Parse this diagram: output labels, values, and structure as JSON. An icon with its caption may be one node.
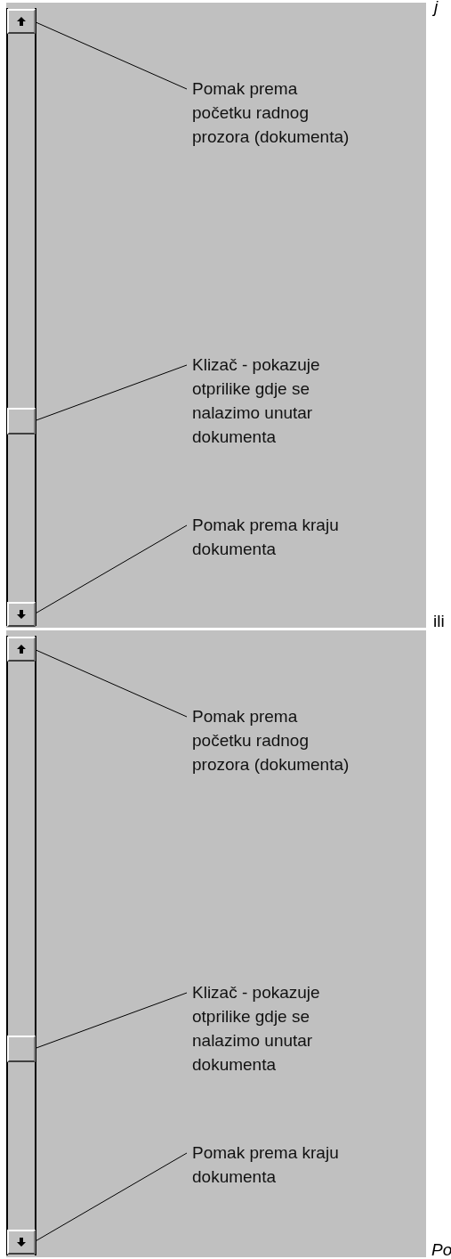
{
  "diagram": {
    "nodes": [
      {
        "text": [],
        "shape": "box"
      },
      {
        "text": [
          "Pomak prema početku radnog prozora (dokumenta)"
        ]
      },
      {
        "text": [
          "Klizač - pokazuje otprilike gdje se nalazimo unutar dokumenta"
        ]
      },
      {
        "text": [],
        "shape": "box"
      },
      {
        "text": [
          "Pomak prema kraju dokumenta"
        ]
      },
      {
        "text": [],
        "shape": "box"
      },
      {
        "text": [],
        "shape": "box"
      },
      {
        "text": [
          "Pomak prema početku radnog prozora (dokumenta)"
        ]
      },
      {
        "text": [
          "Klizač - pokazuje otprilike gdje se nalazimo unutar dokumenta"
        ]
      },
      {
        "text": [],
        "shape": "box"
      },
      {
        "text": [
          "Pomak prema kraju dokumenta"
        ]
      },
      {
        "text": [],
        "shape": "box"
      }
    ],
    "edges": [
      {
        "from": 1,
        "to": 0,
        "arrow": "none"
      },
      {
        "from": 2,
        "to": 3,
        "arrow": "none"
      },
      {
        "from": 4,
        "to": 5,
        "arrow": "none"
      },
      {
        "from": 7,
        "to": 6,
        "arrow": "none"
      },
      {
        "from": 8,
        "to": 9,
        "arrow": "none"
      },
      {
        "from": 10,
        "to": 11,
        "arrow": "none"
      }
    ],
    "labels": [
      "j",
      "ili",
      "Po"
    ]
  }
}
